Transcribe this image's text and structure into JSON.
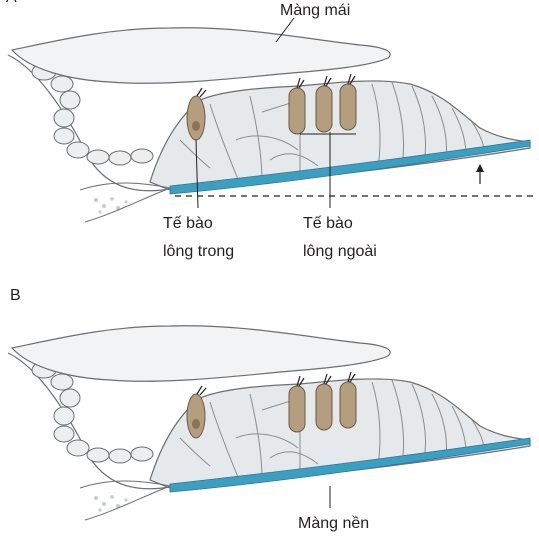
{
  "panels": [
    {
      "letter": "A",
      "labels": {
        "tectorial": "Màng mái",
        "inner_hair_l1": "Tế bào",
        "inner_hair_l2": "lông trong",
        "outer_hair_l1": "Tế bào",
        "outer_hair_l2": "lông ngoài"
      }
    },
    {
      "letter": "B",
      "labels": {
        "basilar": "Màng nền"
      }
    }
  ],
  "colors": {
    "membrane_fill": "#f2f3f4",
    "cell_fill": "#e6e9ec",
    "cell_stroke": "#6b6e71",
    "hair_cell_fill": "#b59e80",
    "hair_cell_nucleus": "#8c7356",
    "basilar_fill": "#3d9fc0",
    "line": "#231f20"
  }
}
